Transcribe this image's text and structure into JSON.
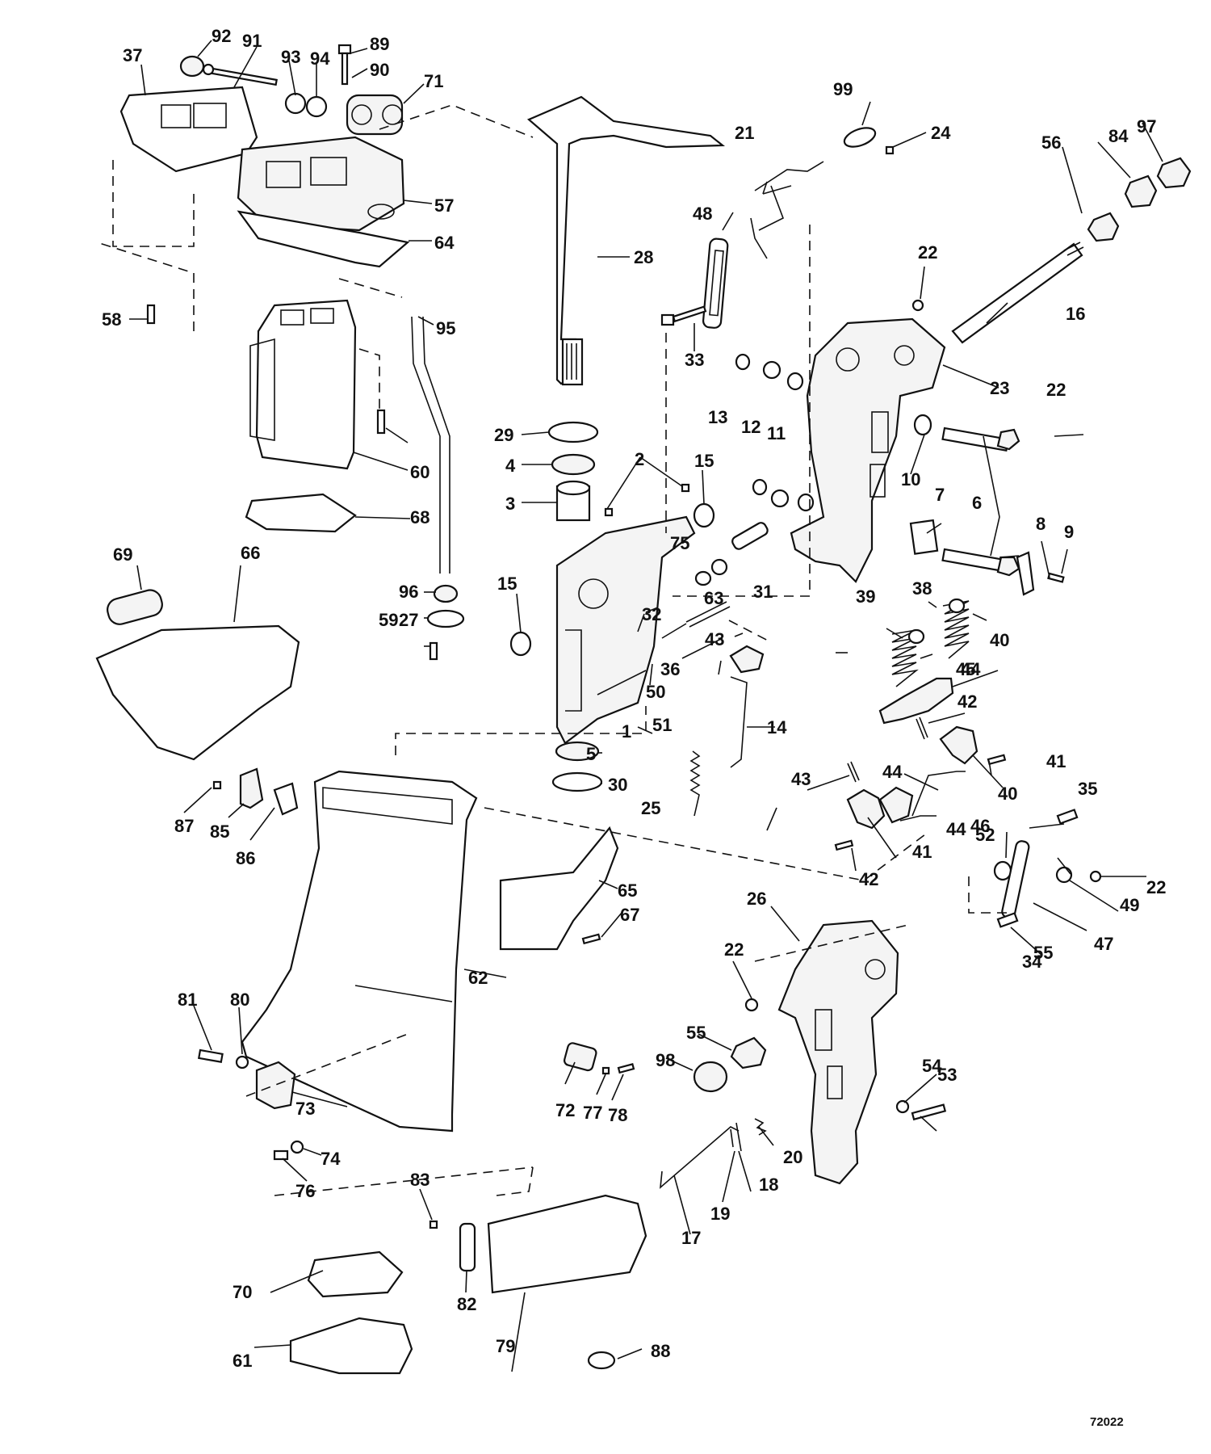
{
  "diagram": {
    "drawing_number": "72022",
    "callouts": [
      "1",
      "2",
      "3",
      "4",
      "5",
      "6",
      "7",
      "8",
      "9",
      "10",
      "11",
      "12",
      "13",
      "14",
      "15",
      "15",
      "16",
      "17",
      "18",
      "19",
      "20",
      "21",
      "22",
      "22",
      "22",
      "22",
      "23",
      "24",
      "25",
      "26",
      "27",
      "28",
      "29",
      "30",
      "31",
      "32",
      "33",
      "34",
      "35",
      "36",
      "37",
      "38",
      "39",
      "40",
      "40",
      "41",
      "41",
      "42",
      "42",
      "43",
      "43",
      "44",
      "44",
      "44",
      "45",
      "46",
      "47",
      "48",
      "49",
      "50",
      "51",
      "52",
      "53",
      "54",
      "55",
      "55",
      "56",
      "57",
      "58",
      "59",
      "60",
      "61",
      "62",
      "63",
      "64",
      "65",
      "66",
      "67",
      "68",
      "69",
      "70",
      "71",
      "72",
      "73",
      "74",
      "75",
      "76",
      "77",
      "78",
      "79",
      "80",
      "81",
      "82",
      "83",
      "84",
      "85",
      "86",
      "87",
      "88",
      "89",
      "90",
      "91",
      "92",
      "93",
      "94",
      "95",
      "96",
      "97",
      "98",
      "99"
    ]
  }
}
